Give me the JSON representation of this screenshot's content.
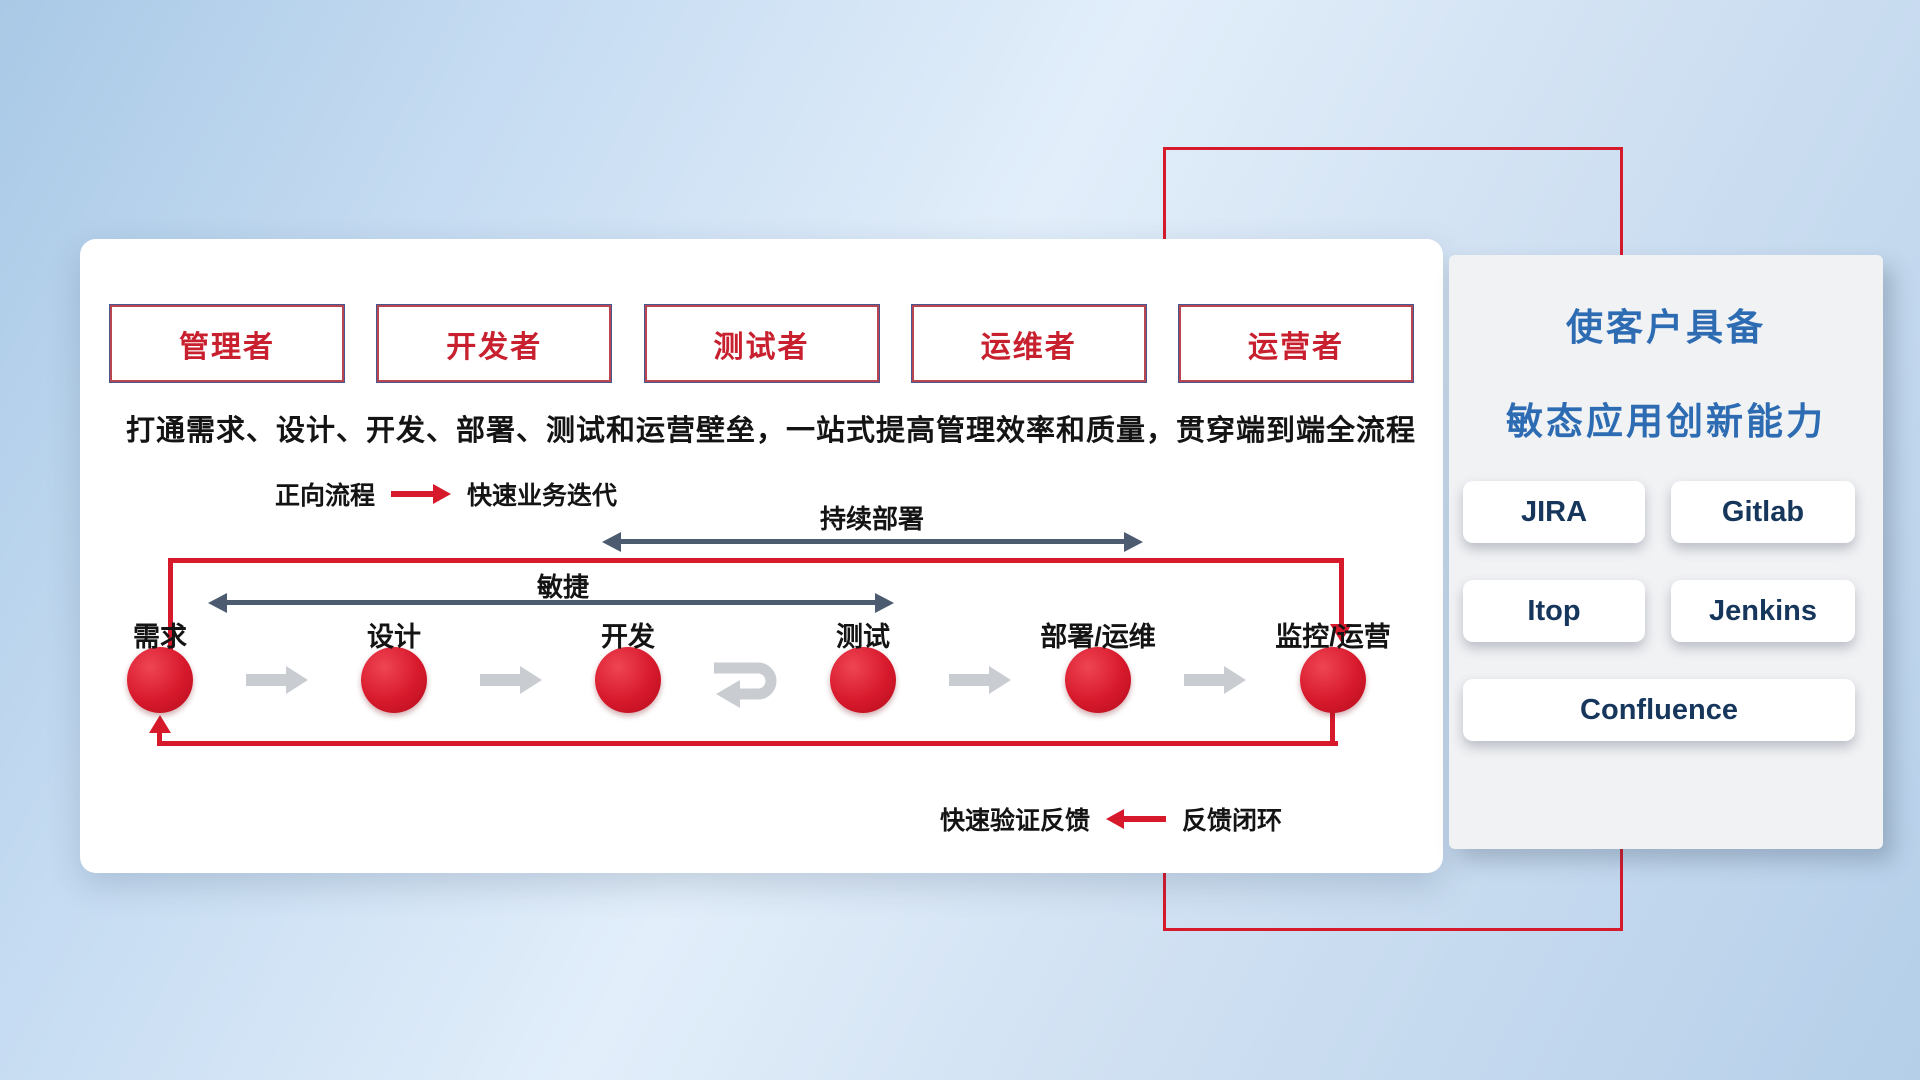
{
  "theme": {
    "red": "#d7192c",
    "slate_arrow": "#4d5b70",
    "gray_arrow": "#c9cdd2",
    "panel_title_blue": "#2d6cb3",
    "tool_text_navy": "#16365c",
    "role_text_red": "#c8202e"
  },
  "roles": [
    {
      "label": "管理者"
    },
    {
      "label": "开发者"
    },
    {
      "label": "测试者"
    },
    {
      "label": "运维者"
    },
    {
      "label": "运营者"
    }
  ],
  "description": "打通需求、设计、开发、部署、测试和运营壁垒，一站式提高管理效率和质量，贯穿端到端全流程",
  "legend_forward": {
    "label": "正向流程",
    "value": "快速业务迭代"
  },
  "span_arrows": {
    "continuous_deploy": "持续部署",
    "agile": "敏捷"
  },
  "pipeline": [
    {
      "label": "需求"
    },
    {
      "label": "设计"
    },
    {
      "label": "开发"
    },
    {
      "label": "测试"
    },
    {
      "label": "部署/运维"
    },
    {
      "label": "监控/运营"
    }
  ],
  "legend_feedback": {
    "label": "快速验证反馈",
    "value": "反馈闭环"
  },
  "right_panel": {
    "title_line1": "使客户具备",
    "title_line2": "敏态应用创新能力",
    "tools": [
      "JIRA",
      "Gitlab",
      "Itop",
      "Jenkins",
      "Confluence"
    ]
  }
}
